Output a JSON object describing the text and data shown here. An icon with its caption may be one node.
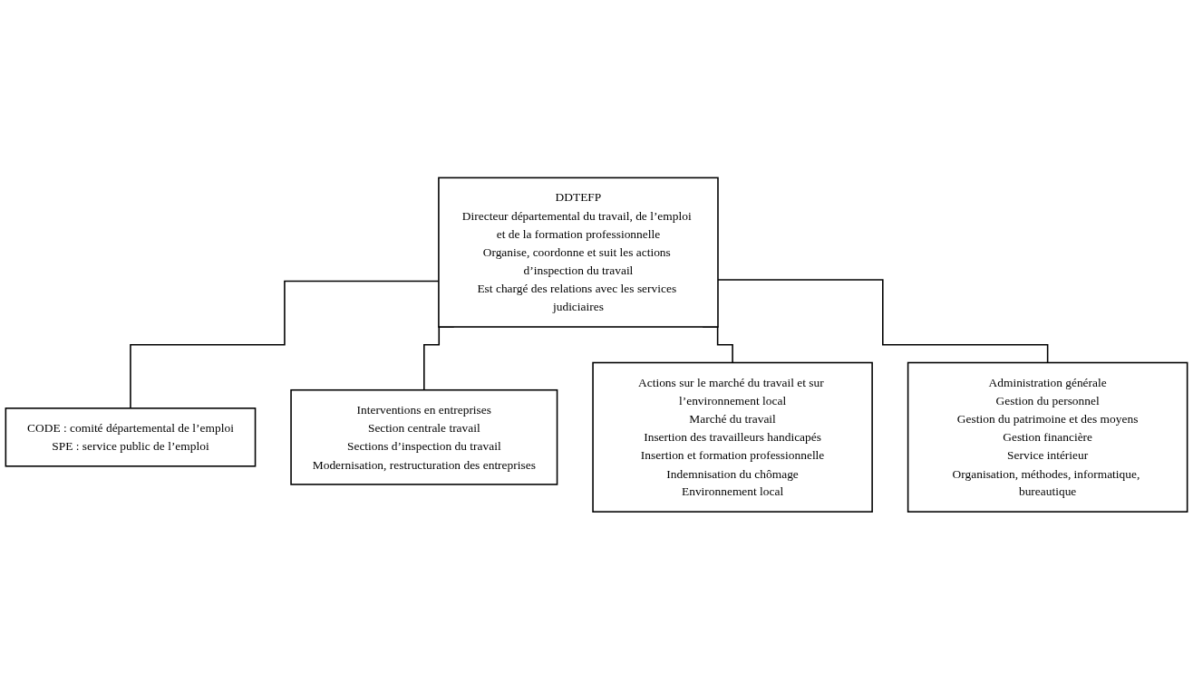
{
  "diagram": {
    "nodes": [
      {
        "text": [
          "DDTEFP",
          "Directeur départemental du travail, de l’emploi et de la formation professionnelle",
          "Organise, coordonne et suit les actions d’inspection du travail",
          "Est chargé des relations avec les services judiciaires"
        ]
      },
      {
        "text": [
          "CODE : comité départemental de l’emploi",
          "SPE : service public de l’emploi"
        ]
      },
      {
        "text": [
          "Interventions en entreprises",
          "Section centrale travail",
          "Sections d’inspection du travail",
          "Modernisation, restructuration des entreprises"
        ]
      },
      {
        "text": [
          "Actions sur le marché du travail et sur l’environnement local",
          "Marché du travail",
          "Insertion des travailleurs handicapés",
          "Insertion et formation professionnelle",
          "Indemnisation du chômage",
          "Environnement local"
        ]
      },
      {
        "text": [
          "Administration générale",
          "Gestion du personnel",
          "Gestion du patrimoine et des moyens",
          "Gestion financière",
          "Service intérieur",
          "Organisation, méthodes, informatique, bureautique"
        ]
      }
    ],
    "edges": [
      {
        "from": 0,
        "to": 1,
        "arrow": "none"
      },
      {
        "from": 0,
        "to": 2,
        "arrow": "none"
      },
      {
        "from": 0,
        "to": 3,
        "arrow": "none"
      },
      {
        "from": 0,
        "to": 4,
        "arrow": "none"
      }
    ]
  }
}
